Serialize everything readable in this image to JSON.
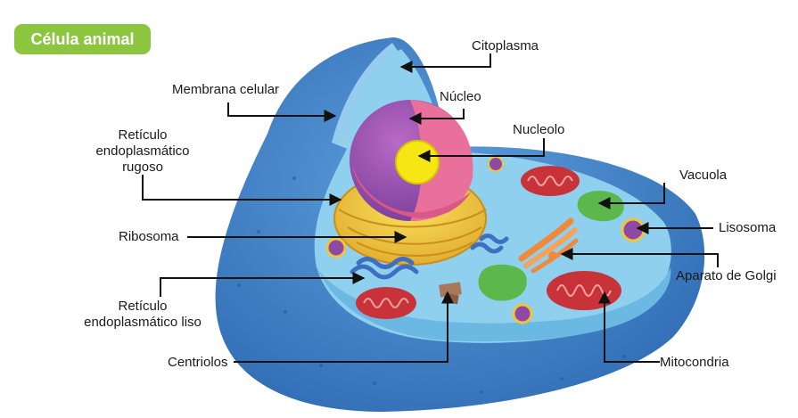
{
  "title": "Célula animal",
  "labels": {
    "citoplasma": "Citoplasma",
    "membrana": "Membrana celular",
    "nucleo": "Núcleo",
    "nucleolo": "Nucleolo",
    "rer": [
      "Retículo",
      "endoplasmático",
      "rugoso"
    ],
    "vacuola": "Vacuola",
    "lisosoma": "Lisosoma",
    "ribosoma": "Ribosoma",
    "golgi": "Aparato de Golgi",
    "rel": [
      "Retículo",
      "endoplasmático liso"
    ],
    "centriolos": "Centriolos",
    "mitocondria": "Mitocondria"
  },
  "colors": {
    "badge": "#8cc63f",
    "outer_membrane": "#3f7fc4",
    "cytoplasm": "#8fd0ef",
    "nucleus": "#e9709a",
    "nucleolus": "#f5e614",
    "er": "#f2c535",
    "mitochondria": "#c8333a",
    "vacuole": "#5cb84a"
  }
}
